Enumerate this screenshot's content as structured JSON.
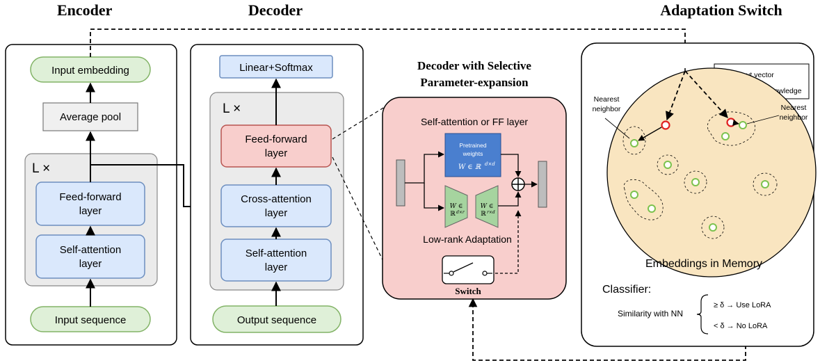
{
  "encoder": {
    "title": "Encoder",
    "repeat_label": "L ×",
    "input_embedding": "Input embedding",
    "average_pool": "Average pool",
    "ff_layer": [
      "Feed-forward",
      "layer"
    ],
    "sa_layer": [
      "Self-attention",
      "layer"
    ],
    "input_sequence": "Input sequence"
  },
  "decoder": {
    "title": "Decoder",
    "repeat_label": "L ×",
    "linear_softmax": "Linear+Softmax",
    "ff_layer": [
      "Feed-forward",
      "layer"
    ],
    "ca_layer": [
      "Cross-attention",
      "layer"
    ],
    "sa_layer": [
      "Self-attention",
      "layer"
    ],
    "output_sequence": "Output sequence"
  },
  "selective": {
    "title_line1": "Decoder with Selective",
    "title_line2": "Parameter-expansion",
    "layer_label": "Self-attention or FF layer",
    "pretrained": [
      "Pretrained",
      "weights"
    ],
    "pretrained_math": "W ∈ ℝ",
    "pretrained_math_sup": "d×d",
    "lora_a_math": [
      "W ∈",
      "ℝ"
    ],
    "lora_a_sup": "d×r",
    "lora_b_math": [
      "W ∈",
      "ℝ"
    ],
    "lora_b_sup": "r×d",
    "lora_label": "Low-rank Adaptation",
    "switch_label": "Switch"
  },
  "adaptation": {
    "title": "Adaptation Switch",
    "legend_input": "Input vector",
    "legend_updated": "Updated Knowledge",
    "nearest_left": [
      "Nearest",
      "neighbor"
    ],
    "nearest_right": [
      "Nearest",
      "neighbor"
    ],
    "memory_label": "Embeddings in Memory",
    "classifier_label": "Classifier:",
    "similarity_label": "Similarity with NN",
    "rule_use": "≥ δ → Use LoRA",
    "rule_no": "< δ → No LoRA"
  },
  "colors": {
    "green_fill": "#dff0d8",
    "green_stroke": "#82b366",
    "blue_fill": "#dae8fc",
    "blue_stroke": "#6c8ebf",
    "red_fill": "#f8cecc",
    "red_stroke": "#b85450",
    "gray_fill": "#f0f0f0",
    "memory_fill": "#f9e5c0",
    "pretrained_fill": "#4a7fcf",
    "input_vector": "#e02020",
    "updated_knowledge": "#7cc24e"
  }
}
